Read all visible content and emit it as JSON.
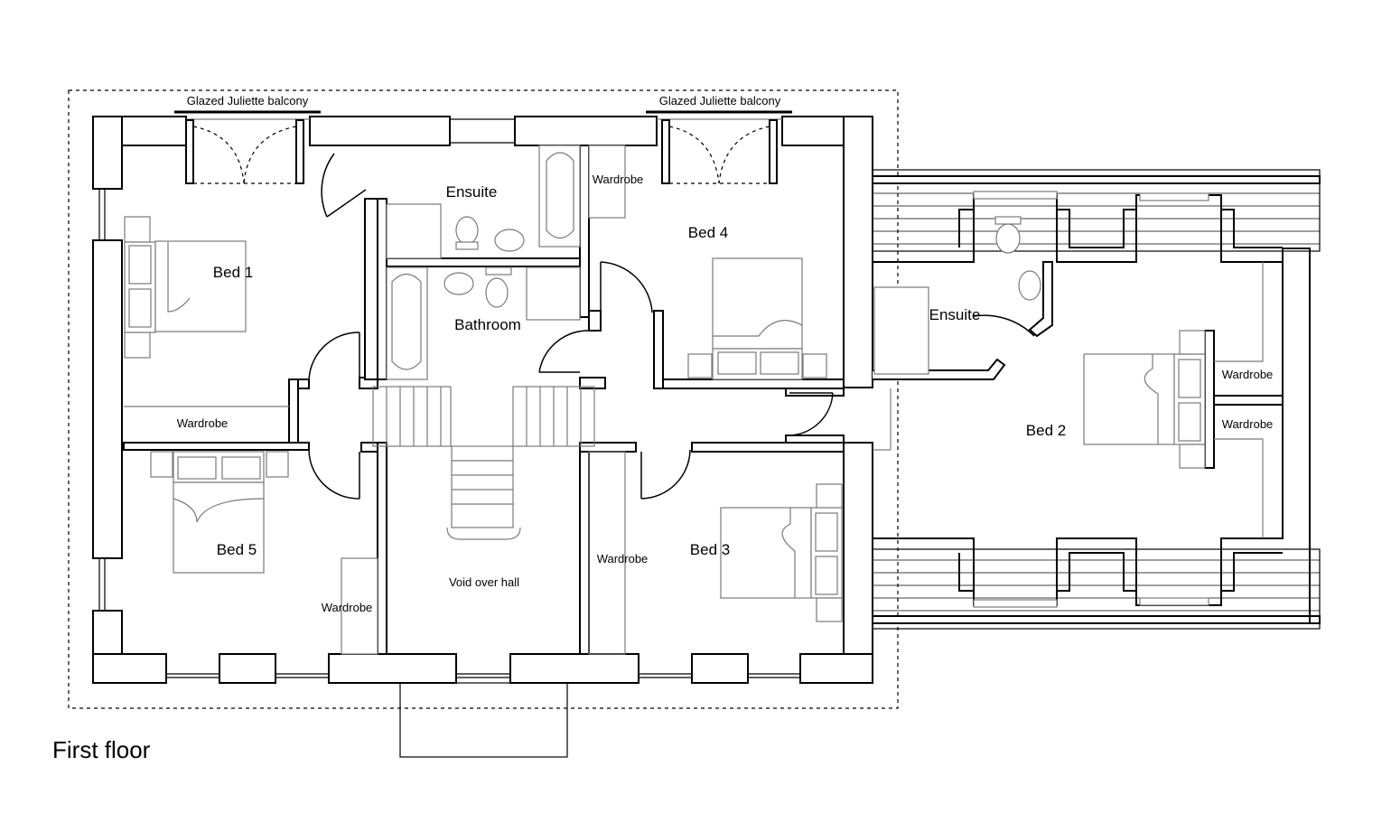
{
  "plan": {
    "floor_title": "First floor",
    "balcony_labels": [
      "Glazed Juliette balcony",
      "Glazed Juliette balcony"
    ],
    "rooms": {
      "bed1": "Bed 1",
      "bed2": "Bed 2",
      "bed3": "Bed 3",
      "bed4": "Bed 4",
      "bed5": "Bed 5",
      "ensuite_main": "Ensuite",
      "ensuite_annex": "Ensuite",
      "bathroom": "Bathroom",
      "void": "Void over hall"
    },
    "wardrobes": [
      "Wardrobe",
      "Wardrobe",
      "Wardrobe",
      "Wardrobe",
      "Wardrobe",
      "Wardrobe"
    ]
  },
  "colors": {
    "walls": "#000000",
    "fixtures": "#7a7a7a",
    "background": "#ffffff"
  }
}
